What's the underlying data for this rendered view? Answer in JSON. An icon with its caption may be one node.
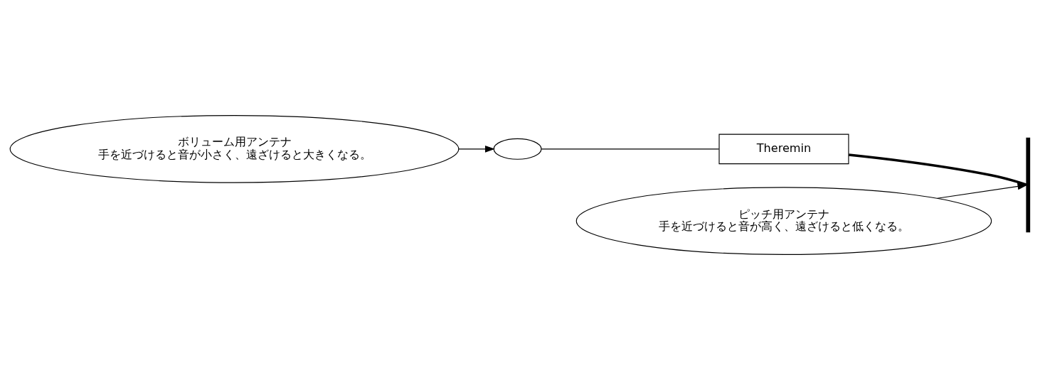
{
  "diagram": {
    "nodes": [
      {
        "text": [
          "ボリューム用アンテナ",
          "手を近づけると音が小さく、遠ざけると大きくなる。"
        ]
      },
      {
        "text": [],
        "shape": "loop"
      },
      {
        "text": [
          "Theremin"
        ]
      },
      {
        "text": [],
        "shape": "bar"
      },
      {
        "text": [
          "ピッチ用アンテナ",
          "手を近づけると音が高く、遠ざけると低くなる。"
        ]
      }
    ],
    "edges": [
      {
        "from": 0,
        "to": 1,
        "arrow": "to"
      },
      {
        "from": 1,
        "to": 2,
        "arrow": "none"
      },
      {
        "from": 2,
        "to": 3,
        "arrow": "none",
        "style": "thick"
      },
      {
        "from": 4,
        "to": 3,
        "arrow": "to"
      }
    ]
  }
}
